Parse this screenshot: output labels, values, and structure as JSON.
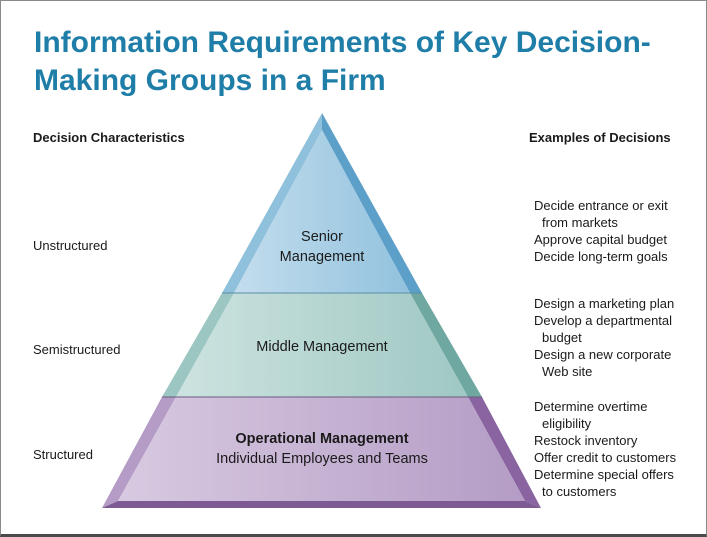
{
  "title": "Information Requirements of Key Decision-Making Groups in a Firm",
  "title_lines": [
    "Information Requirements of Key Decision-",
    "Making Groups in a Firm"
  ],
  "left_heading": "Decision Characteristics",
  "right_heading": "Examples of Decisions",
  "characteristics": [
    "Unstructured",
    "Semistructured",
    "Structured"
  ],
  "tiers": {
    "senior": [
      "Senior",
      "Management"
    ],
    "middle": "Middle Management",
    "operational_title": "Operational Management",
    "operational_sub": "Individual Employees and Teams"
  },
  "examples": {
    "senior": [
      "Decide entrance or exit",
      "from markets",
      "Approve capital budget",
      "Decide long-term goals"
    ],
    "middle": [
      "Design a marketing plan",
      "Develop a departmental",
      "budget",
      "Design a new corporate",
      "Web site"
    ],
    "operational": [
      "Determine overtime",
      "eligibility",
      "Restock inventory",
      "Offer credit to customers",
      "Determine special offers",
      "to customers"
    ]
  },
  "colors": {
    "title": "#1f7ea8",
    "senior_fill": "#a9cfe4",
    "senior_edge": "#6aaed3",
    "middle_fill": "#b9d8d4",
    "middle_edge": "#7fb3ae",
    "operational_fill": "#c9b6d5",
    "operational_edge": "#9b74ad"
  }
}
